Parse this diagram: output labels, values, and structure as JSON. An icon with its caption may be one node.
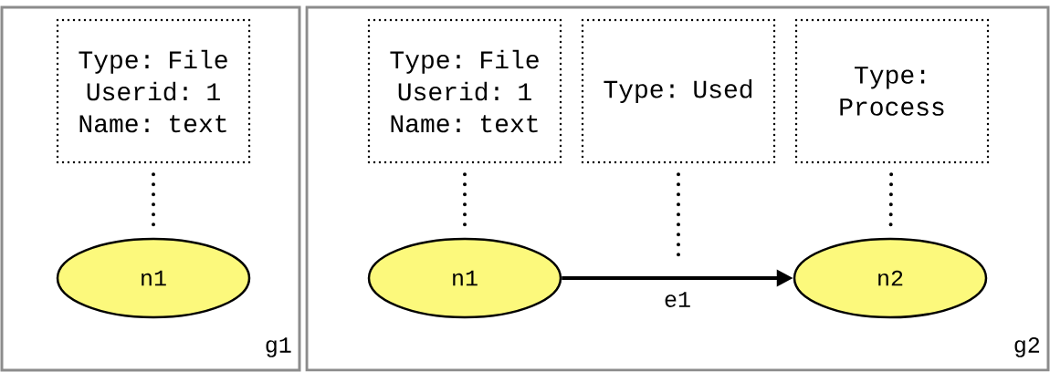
{
  "diagram": {
    "nodes": [
      {
        "text": [
          "g1"
        ]
      },
      {
        "text": [
          "Type: File",
          "Userid: 1",
          "Name: text"
        ],
        "in": 0
      },
      {
        "text": [
          "n1"
        ],
        "in": 0
      },
      {
        "text": [
          "g2"
        ]
      },
      {
        "text": [
          "Type: File",
          "Userid: 1",
          "Name: text"
        ],
        "in": 3
      },
      {
        "text": [
          "Type: Used"
        ],
        "in": 3
      },
      {
        "text": [
          "Type: Process"
        ],
        "in": 3
      },
      {
        "text": [
          "n1"
        ],
        "in": 3
      },
      {
        "text": [
          "n2"
        ],
        "in": 3
      }
    ],
    "edges": [
      {
        "from": 1,
        "to": 2,
        "arrow": "none",
        "style": "dashed"
      },
      {
        "from": 4,
        "to": 7,
        "arrow": "none",
        "style": "dashed"
      },
      {
        "from": 7,
        "to": 8,
        "arrow": "to",
        "label": "e1"
      },
      {
        "from": 5,
        "to": null,
        "arrow": "none",
        "style": "dashed"
      },
      {
        "from": 6,
        "to": 8,
        "arrow": "none",
        "style": "dashed"
      }
    ]
  }
}
